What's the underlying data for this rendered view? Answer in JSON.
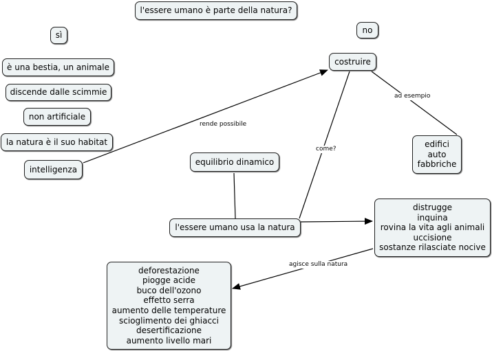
{
  "nodes": {
    "question": "l'essere umano è parte della natura?",
    "si": "sì",
    "no": "no",
    "bestia": "è una bestia, un animale",
    "scimmie": "discende dalle scimmie",
    "non_artificiale": "non artificiale",
    "habitat": "la natura è il suo habitat",
    "intelligenza": "intelligenza",
    "costruire": "costruire",
    "edifici_lines": [
      "edifici",
      "auto",
      "fabbriche"
    ],
    "equilibrio": "equilibrio dinamico",
    "usa_natura": "l'essere umano usa la natura",
    "distrugge_lines": [
      "distrugge",
      "inquina",
      "rovina la vita agli animali",
      "uccisione",
      "sostanze rilasciate nocive"
    ],
    "effetti_lines": [
      "deforestazione",
      "piogge acide",
      "buco dell'ozono",
      "effetto serra",
      "aumento delle temperature",
      "scioglimento dei ghiacci",
      "desertificazione",
      "aumento livello mari"
    ]
  },
  "links": {
    "rende_possibile": "rende possibile",
    "ad_esempio": "ad esempio",
    "come": "come?",
    "agisce": "agisce sulla natura"
  }
}
